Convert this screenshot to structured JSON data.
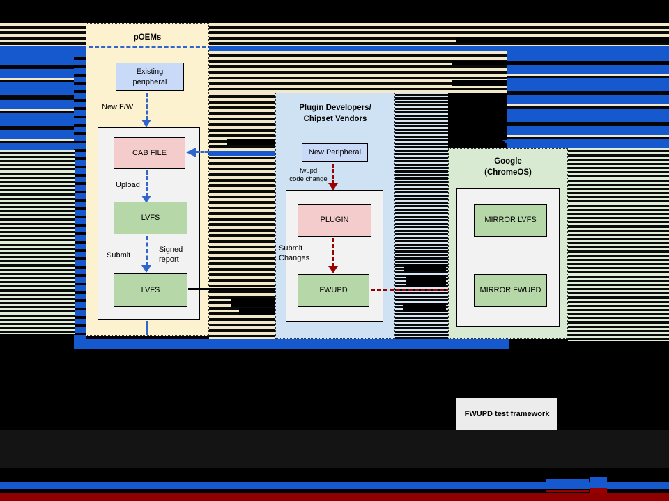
{
  "diagram": {
    "panels": {
      "poems": {
        "title": "pOEMs"
      },
      "plugin_dev": {
        "title": "Plugin Developers/\nChipset Vendors"
      },
      "google": {
        "title": "Google\n(ChromeOS)"
      }
    },
    "nodes": {
      "existing_peripheral": "Existing\nperipheral",
      "cab_file": "CAB FILE",
      "lvfs_upper": "LVFS",
      "lvfs_lower": "LVFS",
      "new_peripheral": "New Peripheral",
      "plugin": "PLUGIN",
      "fwupd": "FWUPD",
      "mirror_lvfs": "MIRROR LVFS",
      "mirror_fwupd": "MIRROR FWUPD",
      "fwupd_test_framework": "FWUPD test framework"
    },
    "edge_labels": {
      "new_fw": "New F/W",
      "upload": "Upload",
      "submit": "Submit",
      "signed_report": "Signed\nreport",
      "fwupd_code_change": "fwupd\ncode change",
      "submit_changes": "Submit\nChanges"
    },
    "colors": {
      "panel_poems": "#fdf2cf",
      "panel_plugin": "#cfe2f3",
      "panel_google": "#d9ead3",
      "node_blue": "#c9daf8",
      "node_red": "#f4cccc",
      "node_green": "#b6d7a8",
      "accent_blue": "#1659cf",
      "arrow_blue": "#2f66cc",
      "arrow_red": "#990000",
      "bottom_bar_red": "#8e0000"
    }
  }
}
